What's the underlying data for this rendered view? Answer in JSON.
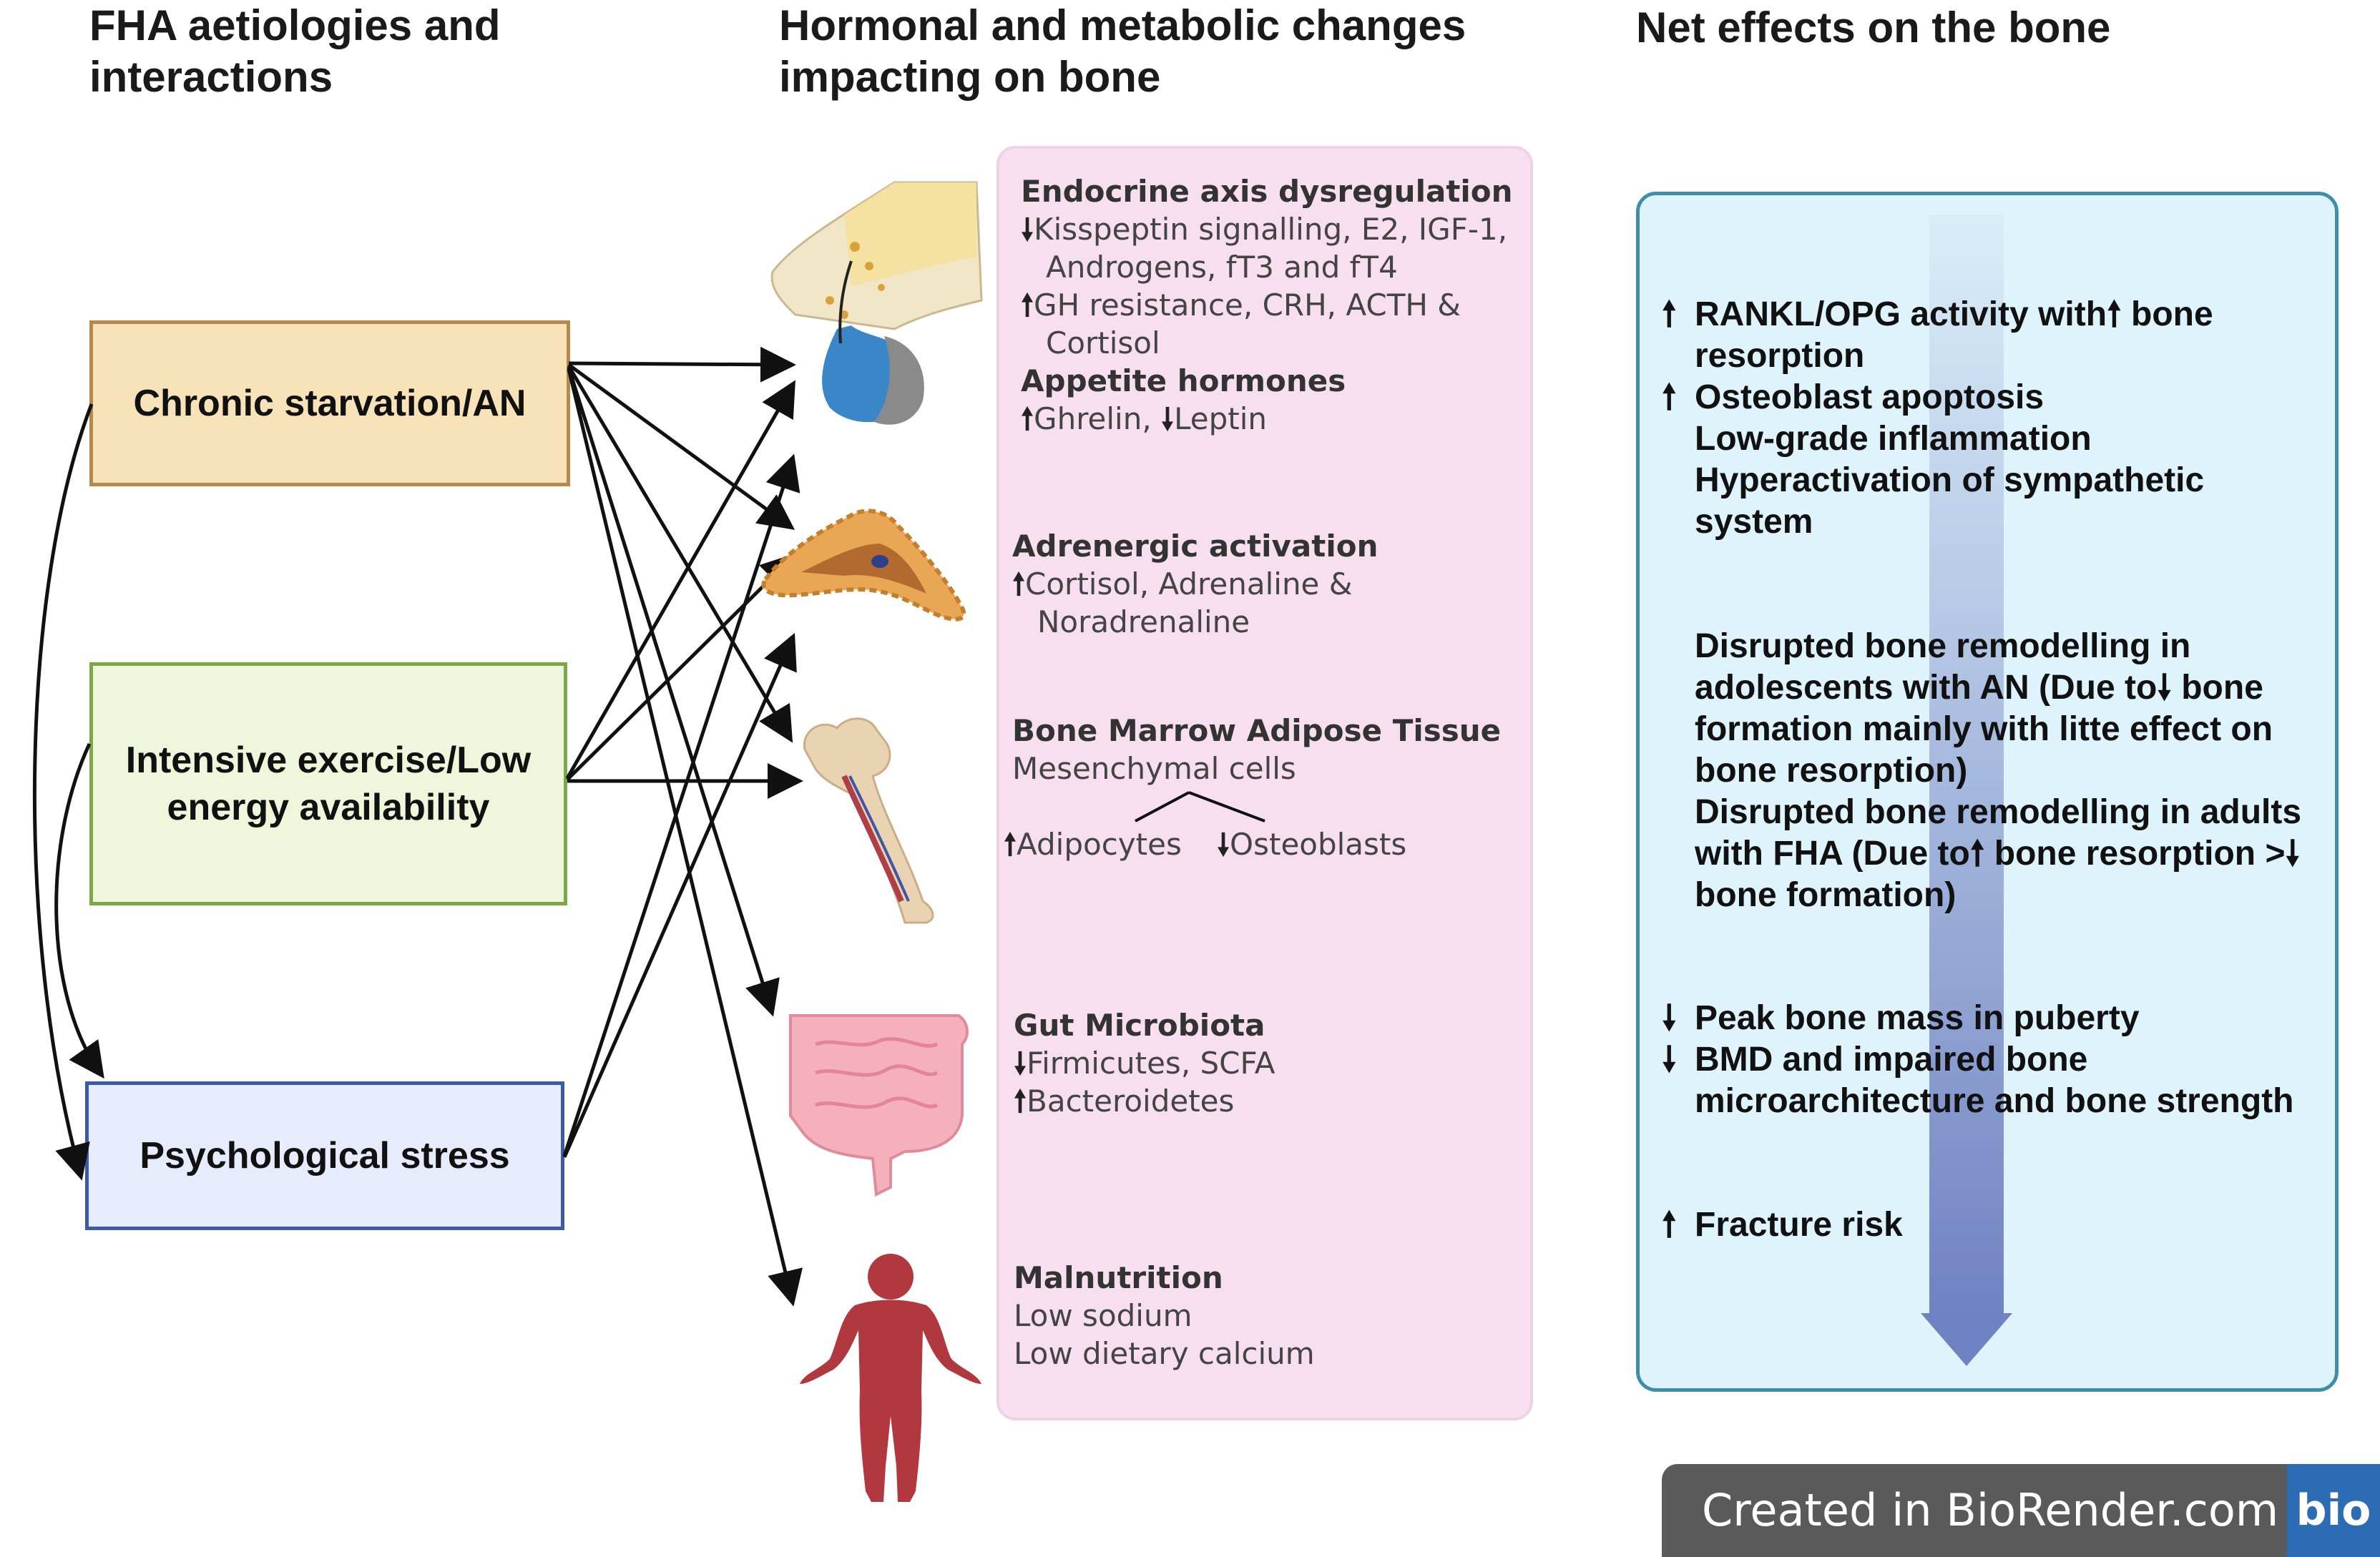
{
  "headings": {
    "aetiologies": "FHA aetiologies and\ninteractions",
    "hormonal": "Hormonal and metabolic changes\nimpacting on bone",
    "net_effects": "Net effects on the bone"
  },
  "causes": {
    "starvation": "Chronic starvation/AN",
    "exercise": "Intensive exercise/Low\nenergy availability",
    "stress": "Psychological stress"
  },
  "organ_icons": [
    "pituitary-icon",
    "adrenal-gland-icon",
    "femur-bone-icon",
    "intestine-icon",
    "human-body-icon"
  ],
  "hormonal_changes": {
    "endocrine": {
      "title": "Endocrine axis dysregulation",
      "down_line1": "Kisspeptin signalling, E2, IGF-1,",
      "down_line2": "Androgens, fT3 and fT4",
      "up_line1": "GH resistance, CRH, ACTH &",
      "up_line2": "Cortisol"
    },
    "appetite": {
      "title": "Appetite hormones",
      "ghrelin": "Ghrelin, ",
      "leptin": "Leptin"
    },
    "adrenergic": {
      "title": "Adrenergic activation",
      "line1": "Cortisol, Adrenaline &",
      "line2": "Noradrenaline"
    },
    "bmat": {
      "title": "Bone Marrow Adipose Tissue",
      "subtitle": "Mesenchymal cells",
      "adipocytes": "Adipocytes",
      "osteoblasts": "Osteoblasts"
    },
    "gut": {
      "title": "Gut Microbiota",
      "line1": "Firmicutes, SCFA",
      "line2": "Bacteroidetes"
    },
    "malnutrition": {
      "title": "Malnutrition",
      "line1": "Low sodium",
      "line2": "Low dietary calcium"
    }
  },
  "net_effects": {
    "rankl_a": "RANKL/OPG activity with",
    "rankl_b": " bone",
    "rankl_c": "resorption",
    "osteoblast": "Osteoblast apoptosis",
    "inflammation": "Low-grade inflammation",
    "sympathetic_1": "Hyperactivation of sympathetic",
    "sympathetic_2": "system",
    "adol_1": "Disrupted bone remodelling  in",
    "adol_2a": "adolescents with AN (Due to",
    "adol_2b": " bone",
    "adol_3": "formation mainly with litte effect on",
    "adol_4": "bone resorption)",
    "adult_1": "Disrupted bone remodelling  in adults",
    "adult_2a": "with FHA (Due to",
    "adult_2b": " bone resorption >",
    "adult_3": "bone formation)",
    "peak": "Peak bone mass in puberty",
    "bmd_1": "BMD and impaired bone",
    "bmd_2": "microarchitecture and bone strength",
    "fracture": "Fracture risk"
  },
  "symbols": {
    "up": "🠕",
    "down": "🠗"
  },
  "watermark": {
    "text": "Created in BioRender.com",
    "logo": "bio"
  }
}
